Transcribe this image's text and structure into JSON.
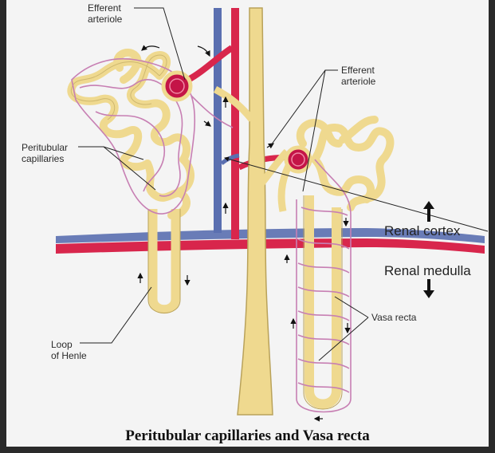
{
  "labels": {
    "efferent_top": "Efferent\narteriole",
    "efferent_right": "Efferent\narteriole",
    "peritubular": "Peritubular\ncapillaries",
    "renal_cortex": "Renal cortex",
    "renal_medulla": "Renal medulla",
    "vasa_recta": "Vasa recta",
    "loop_henle": "Loop\nof Henle"
  },
  "caption": "Peritubular capillaries and Vasa recta",
  "colors": {
    "tubule": "#efd98f",
    "tubule_edge": "#b9a25a",
    "artery": "#d8264c",
    "vein": "#5a6fb0",
    "capillary": "#c77fb3",
    "glomerulus": "#c41447"
  }
}
